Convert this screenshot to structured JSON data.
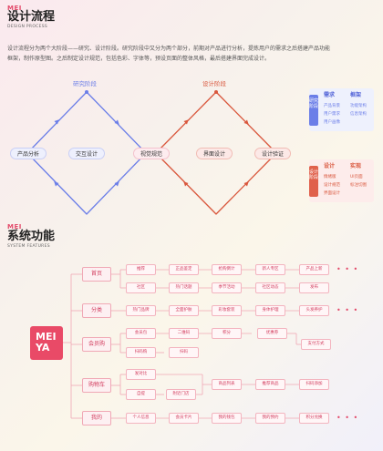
{
  "colors": {
    "brand": "#e34a6a",
    "blue": "#6b7ee8",
    "red": "#d9573d"
  },
  "design_process": {
    "brand": "MEI",
    "title": "设计流程",
    "subtitle": "DESIGN PROCESS",
    "intro_lines": [
      "设计流程分为两个大阶段——研究、设计阶段。研究阶段中又分为两个部分，前期对产品进行分析，提炼用户的需求之后搭建产品功能",
      "框架，制作原型图。之后制定设计规范，包括色彩、字体等，预设页面的整体风格，最后搭建界面完成设计。"
    ],
    "stages": {
      "research": "研究阶段",
      "design": "设计阶段"
    },
    "nodes": {
      "product_analysis": "产品分析",
      "interaction_design": "交互设计",
      "visual_spec": "视觉规范",
      "ui_design": "界面设计",
      "design_verification": "设计验证"
    },
    "legend_research": {
      "tag": "研究阶段",
      "col1_title": "需求",
      "col2_title": "框架",
      "col1_items": [
        "产品背景",
        "用户需求",
        "用户画像"
      ],
      "col2_items": [
        "功能架构",
        "信息架构"
      ]
    },
    "legend_design": {
      "tag": "设计阶段",
      "col1_title": "设计",
      "col2_title": "实现",
      "col1_items": [
        "情绪版",
        "设计规范",
        "界面设计"
      ],
      "col2_items": [
        "UI页面",
        "标注切图"
      ]
    }
  },
  "system_features": {
    "brand": "MEI",
    "title": "系统功能",
    "subtitle": "SYSTEM FEATURES",
    "logo": {
      "line1": "MEI",
      "line2": "YA"
    },
    "categories": {
      "home": "首页",
      "category": "分类",
      "member": "会员购",
      "cart": "购物车",
      "mine": "我的"
    },
    "home_row1": [
      "推荐",
      "正品鉴定",
      "抢购倒计",
      "新人专区",
      "产品上新"
    ],
    "home_row2": [
      "社区",
      "热门话题",
      "季节活动",
      "社区动态",
      "发布"
    ],
    "category_row": [
      "热门品牌",
      "全面护肤",
      "彩妆套装",
      "身体护理",
      "头发养护"
    ],
    "member_row1": [
      "会员包",
      "二维码",
      "积分",
      "优惠券"
    ],
    "member_row2": [
      "扫码购",
      "扫码"
    ],
    "member_pay": "支付方式",
    "cart_row1": [
      "发对比"
    ],
    "cart_row2": [
      "自提",
      "附近门店",
      "商品列表",
      "推荐商品",
      "扫码添加"
    ],
    "mine_row": [
      "个人信息",
      "会员卡片",
      "我的钱包",
      "我的预约",
      "积分兑换"
    ],
    "more": "• • •"
  }
}
